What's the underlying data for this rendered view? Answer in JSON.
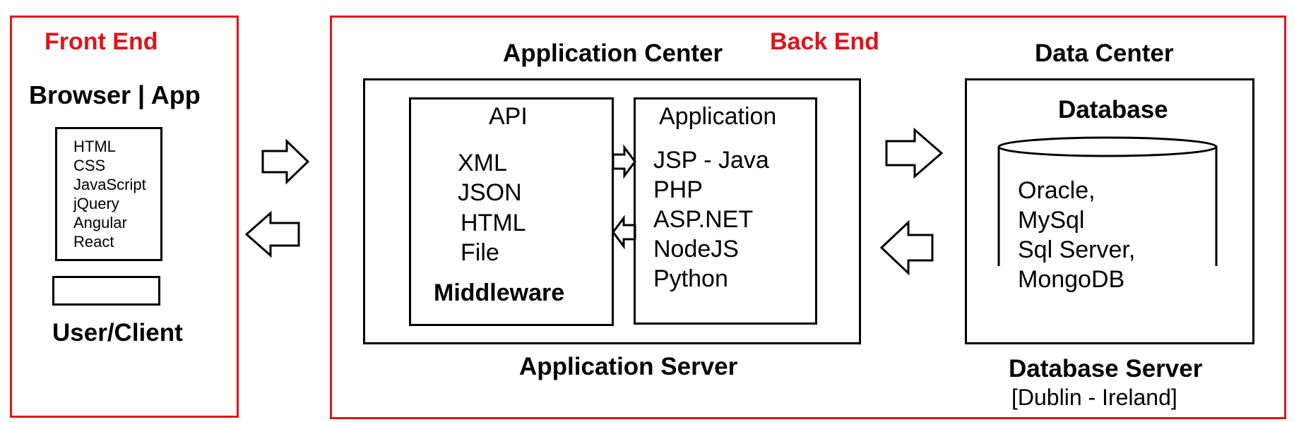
{
  "front_end": {
    "title": "Front End",
    "heading": "Browser | App",
    "technologies": [
      "HTML",
      "CSS",
      "JavaScript",
      "jQuery",
      "Angular",
      "React"
    ],
    "footer": "User/Client"
  },
  "back_end": {
    "title": "Back End",
    "app_center": {
      "heading": "Application Center",
      "api": {
        "title": "API",
        "items": [
          "XML",
          "JSON",
          "HTML",
          "File"
        ],
        "footer": "Middleware"
      },
      "application": {
        "title": "Application",
        "items": [
          "JSP - Java",
          "PHP",
          "ASP.NET",
          "NodeJS",
          "Python"
        ]
      },
      "footer": "Application Server"
    },
    "data_center": {
      "heading": "Data Center",
      "database": {
        "title": "Database",
        "items": [
          "Oracle,",
          "MySql",
          "Sql Server,",
          "MongoDB"
        ]
      },
      "footer": "Database Server",
      "location": "[Dublin - Ireland]"
    }
  },
  "colors": {
    "accent": "#e0141b",
    "stroke": "#000000"
  }
}
